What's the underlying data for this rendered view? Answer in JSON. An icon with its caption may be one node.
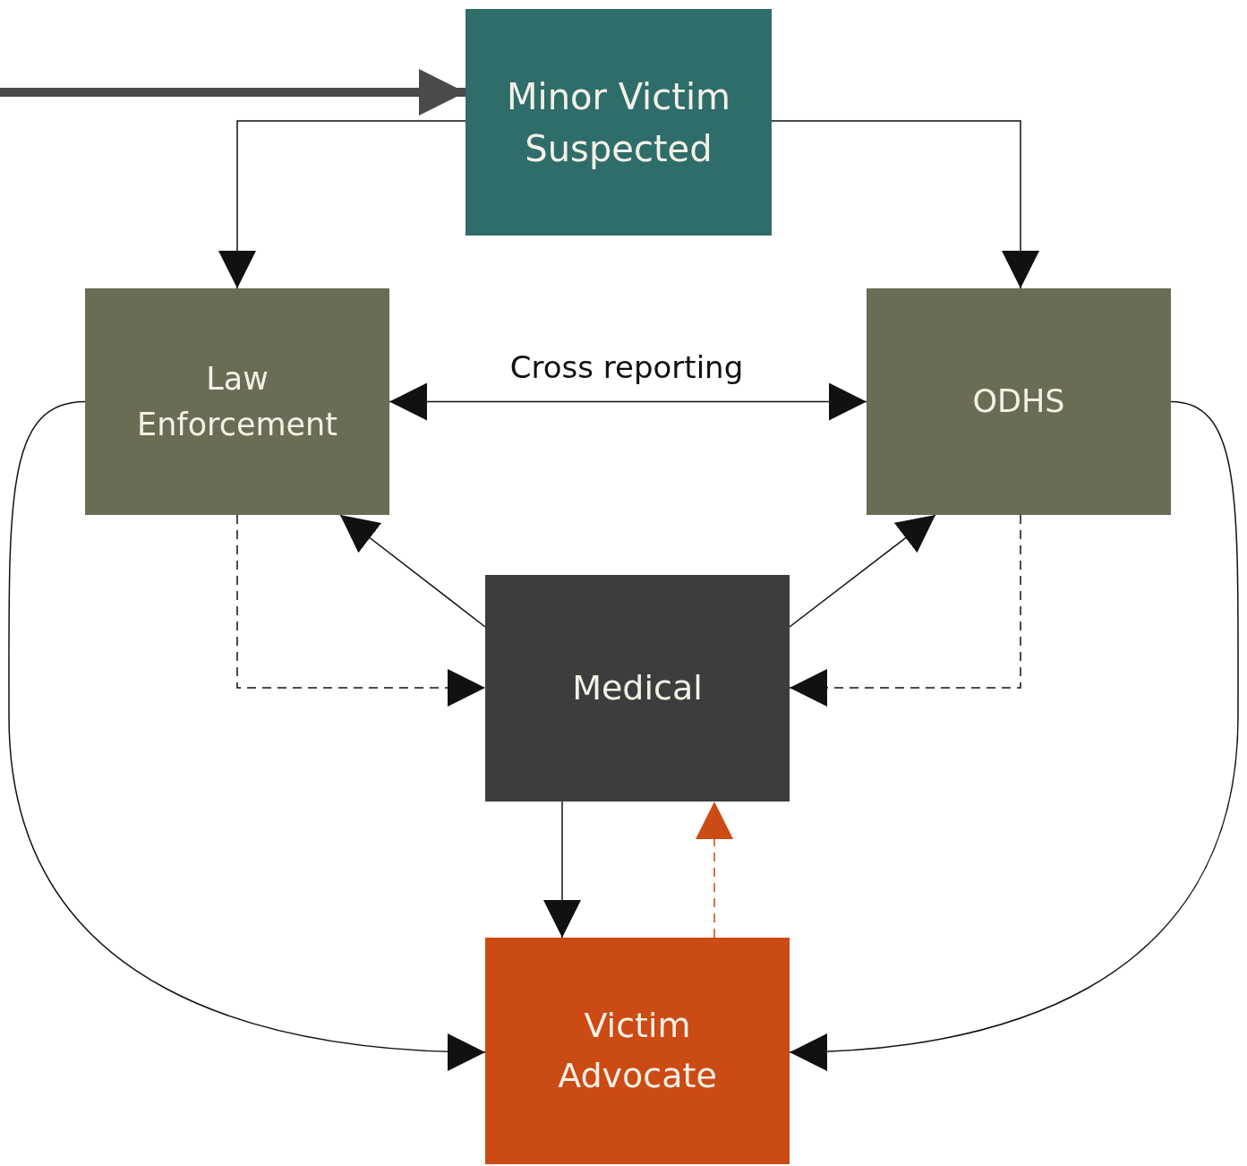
{
  "diagram": {
    "nodes": [
      {
        "text": [
          "Minor Victim Suspected"
        ]
      },
      {
        "text": [
          "Law Enforcement"
        ]
      },
      {
        "text": [
          "ODHS"
        ]
      },
      {
        "text": [
          "Medical"
        ]
      },
      {
        "text": [
          "Victim Advocate"
        ]
      }
    ],
    "edges": [
      {
        "from": null,
        "to": 0,
        "arrow": "to",
        "style": "thick",
        "color": "#4a4a4a"
      },
      {
        "from": 0,
        "to": 1,
        "arrow": "to"
      },
      {
        "from": 0,
        "to": 2,
        "arrow": "to"
      },
      {
        "from": 1,
        "to": 2,
        "arrow": "both",
        "label": "Cross reporting"
      },
      {
        "from": 3,
        "to": 1,
        "arrow": "to"
      },
      {
        "from": 3,
        "to": 2,
        "arrow": "to"
      },
      {
        "from": 1,
        "to": 3,
        "arrow": "to",
        "style": "dashed"
      },
      {
        "from": 2,
        "to": 3,
        "arrow": "to",
        "style": "dashed"
      },
      {
        "from": 3,
        "to": 4,
        "arrow": "to"
      },
      {
        "from": 4,
        "to": 3,
        "arrow": "to",
        "style": "dashed",
        "color": "#cc4a14"
      },
      {
        "from": 1,
        "to": 4,
        "arrow": "to"
      },
      {
        "from": 2,
        "to": 4,
        "arrow": "to"
      }
    ]
  }
}
